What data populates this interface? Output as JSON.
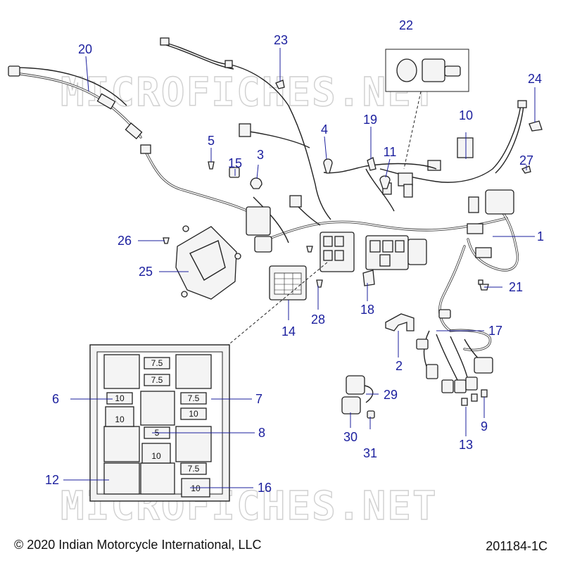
{
  "watermark": "MICROFICHES.NET",
  "copyright": "© 2020 Indian Motorcycle International, LLC",
  "drawing_number": "201184-1C",
  "callouts": [
    "1",
    "2",
    "3",
    "4",
    "5",
    "6",
    "7",
    "8",
    "9",
    "10",
    "11",
    "12",
    "13",
    "14",
    "15",
    "16",
    "17",
    "18",
    "19",
    "20",
    "21",
    "22",
    "23",
    "24",
    "25",
    "26",
    "27",
    "28",
    "29",
    "30",
    "31"
  ],
  "fuse_panel": {
    "fuses": [
      "7.5",
      "7.5",
      "10",
      "7.5",
      "10",
      "10",
      "5",
      "10",
      "7.5",
      "10"
    ]
  }
}
